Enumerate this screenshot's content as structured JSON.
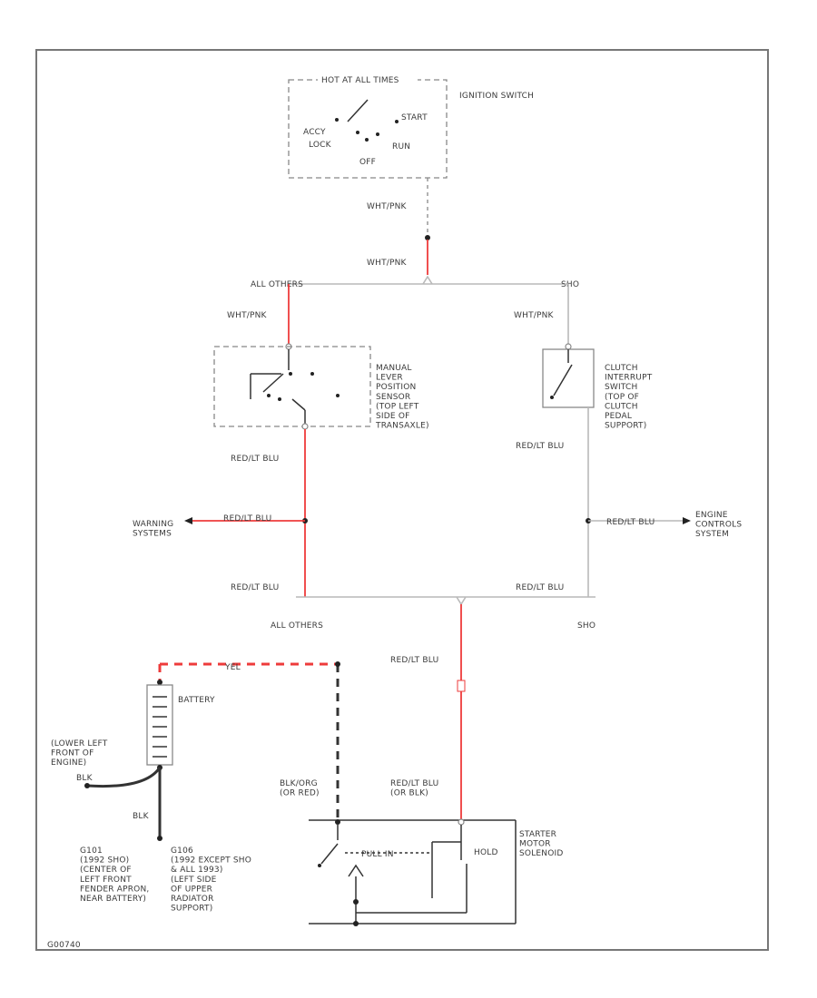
{
  "diagram_id": "G00740",
  "ignition_switch": {
    "top_label": "HOT AT ALL TIMES",
    "name": "IGNITION SWITCH",
    "positions": {
      "acc": "ACCY",
      "lock": "LOCK",
      "off": "OFF",
      "run": "RUN",
      "start": "START"
    }
  },
  "wires": {
    "top_upper": "WHT/PNK",
    "top_lower": "WHT/PNK",
    "left_branch": "WHT/PNK",
    "right_branch": "WHT/PNK",
    "mlps_out": "RED/LT BLU",
    "clutch_out": "RED/LT BLU",
    "warning_tap": "RED/LT BLU",
    "engine_tap": "RED/LT BLU",
    "left_bottom": "RED/LT BLU",
    "right_bottom": "RED/LT BLU",
    "solenoid_upper": "RED/LT BLU",
    "solenoid_lower": "RED/LT BLU\n(OR BLK)",
    "fuse_link": "YEL",
    "black_red": "BLK/ORG\n(OR RED)",
    "ground": "BLK",
    "ground_top": "BLK"
  },
  "variants": {
    "top_left": "ALL OTHERS",
    "top_right": "SHO",
    "bottom_left": "ALL OTHERS",
    "bottom_right": "SHO"
  },
  "components": {
    "mlps": "MANUAL\nLEVER\nPOSITION\nSENSOR\n(TOP LEFT\nSIDE OF\nTRANSAXLE)",
    "clutch": "CLUTCH\nINTERRUPT\nSWITCH\n(TOP OF\nCLUTCH\nPEDAL\nSUPPORT)",
    "warning": "WARNING\nSYSTEMS",
    "engine": "ENGINE\nCONTROLS\nSYSTEM",
    "battery": "BATTERY",
    "battery_location": "(LOWER LEFT\nFRONT OF\nENGINE)",
    "starter": "STARTER\nMOTOR\nSOLENOID",
    "pull_in": "PULL IN",
    "hold": "HOLD",
    "ground_g101": "G101\n(1992 SHO)\n(CENTER OF\nLEFT FRONT\nFENDER APRON,\nNEAR BATTERY)",
    "ground_g106": "G106\n(1992 EXCEPT SHO\n& ALL 1993)\n(LEFT SIDE\nOF UPPER\nRADIATOR\nSUPPORT)"
  },
  "colors": {
    "power_wire": "#ee3b3b",
    "ground_wire": "#333333",
    "neutral_wire": "#b9b9b9"
  }
}
